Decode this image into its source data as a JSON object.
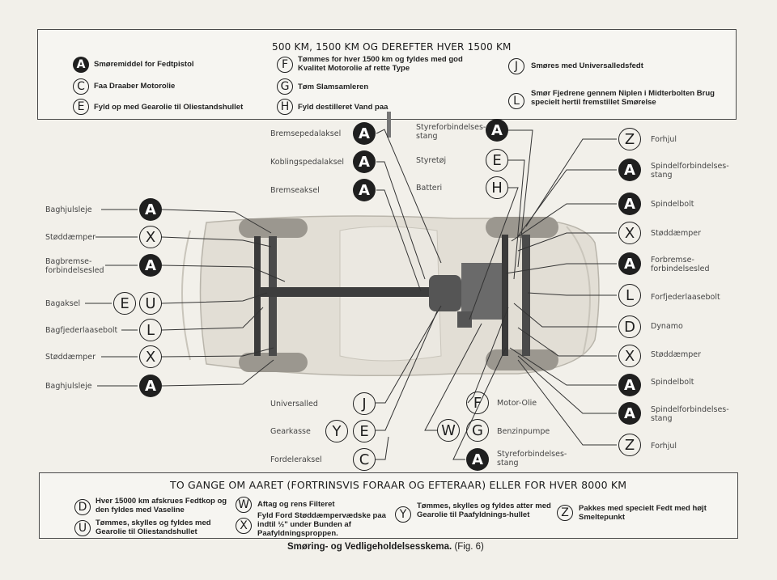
{
  "top_box": {
    "title": "500 KM, 1500 KM OG DEREFTER HVER 1500 KM",
    "items": [
      {
        "letter": "A",
        "filled": true,
        "text": "Smøremiddel for Fedtpistol"
      },
      {
        "letter": "C",
        "filled": false,
        "text": "Faa Draaber Motorolie"
      },
      {
        "letter": "E",
        "filled": false,
        "text": "Fyld op med Gearolie til Oliestandshullet"
      },
      {
        "letter": "F",
        "filled": false,
        "text": "Tømmes for hver 1500 km og fyldes med god Kvalitet Motorolie af rette Type"
      },
      {
        "letter": "G",
        "filled": false,
        "text": "Tøm Slamsamleren"
      },
      {
        "letter": "H",
        "filled": false,
        "text": "Fyld destilleret Vand paa"
      },
      {
        "letter": "J",
        "filled": false,
        "text": "Smøres med Universalledsfedt"
      },
      {
        "letter": "L",
        "filled": false,
        "text": "Smør Fjedrene gennem Niplen i Midterbolten Brug specielt hertil fremstillet Smørelse"
      }
    ]
  },
  "diagram": {
    "left_labels": [
      {
        "text": "Baghjulsleje",
        "marks": [
          {
            "l": "A",
            "f": true
          }
        ]
      },
      {
        "text": "Støddæmper",
        "marks": [
          {
            "l": "X",
            "f": false
          }
        ]
      },
      {
        "text": "Bagbremse-forbindelsesled",
        "marks": [
          {
            "l": "A",
            "f": true
          }
        ]
      },
      {
        "text": "Bagaksel",
        "marks": [
          {
            "l": "E",
            "f": false
          },
          {
            "l": "U",
            "f": false
          }
        ]
      },
      {
        "text": "Bagfjederlaasebolt",
        "marks": [
          {
            "l": "L",
            "f": false
          }
        ]
      },
      {
        "text": "Støddæmper",
        "marks": [
          {
            "l": "X",
            "f": false
          }
        ]
      },
      {
        "text": "Baghjulsleje",
        "marks": [
          {
            "l": "A",
            "f": true
          }
        ]
      }
    ],
    "center_top": [
      {
        "text": "Bremsepedalaksel",
        "l": "A",
        "f": true
      },
      {
        "text": "Koblingspedalaksel",
        "l": "A",
        "f": true
      },
      {
        "text": "Bremseaksel",
        "l": "A",
        "f": true
      }
    ],
    "center_top_right": [
      {
        "text": "Styreforbindelses-stang",
        "l": "A",
        "f": true
      },
      {
        "text": "Styretøj",
        "l": "E",
        "f": false
      },
      {
        "text": "Batteri",
        "l": "H",
        "f": false
      }
    ],
    "right_labels": [
      {
        "text": "Forhjul",
        "l": "Z",
        "f": false
      },
      {
        "text": "Spindelforbindelses-stang",
        "l": "A",
        "f": true
      },
      {
        "text": "Spindelbolt",
        "l": "A",
        "f": true
      },
      {
        "text": "Støddæmper",
        "l": "X",
        "f": false
      },
      {
        "text": "Forbremse-forbindelsesled",
        "l": "A",
        "f": true
      },
      {
        "text": "Forfjederlaasebolt",
        "l": "L",
        "f": false
      },
      {
        "text": "Dynamo",
        "l": "D",
        "f": false
      },
      {
        "text": "Støddæmper",
        "l": "X",
        "f": false
      },
      {
        "text": "Spindelbolt",
        "l": "A",
        "f": true
      },
      {
        "text": "Spindelforbindelses-stang",
        "l": "A",
        "f": true
      },
      {
        "text": "Forhjul",
        "l": "Z",
        "f": false
      }
    ],
    "bottom_center": [
      {
        "text": "Universalled",
        "marks": [
          {
            "l": "J",
            "f": false
          }
        ]
      },
      {
        "text": "Gearkasse",
        "marks": [
          {
            "l": "Y",
            "f": false
          },
          {
            "l": "E",
            "f": false
          }
        ]
      },
      {
        "text": "Fordeleraksel",
        "marks": [
          {
            "l": "C",
            "f": false
          }
        ]
      }
    ],
    "bottom_right": [
      {
        "text": "Motor-Olie",
        "marks": [
          {
            "l": "F",
            "f": false
          }
        ]
      },
      {
        "text": "Benzinpumpe",
        "marks": [
          {
            "l": "W",
            "f": false
          },
          {
            "l": "G",
            "f": false
          }
        ]
      },
      {
        "text": "Styreforbindelses-stang",
        "marks": [
          {
            "l": "A",
            "f": true
          }
        ]
      }
    ]
  },
  "bottom_box": {
    "title": "TO GANGE OM AARET (FORTRINSVIS FORAAR OG EFTERAAR) ELLER FOR HVER 8000 KM",
    "items": [
      {
        "letter": "D",
        "text": "Hver 15000 km afskrues Fedtkop og den fyldes med Vaseline"
      },
      {
        "letter": "U",
        "text": "Tømmes, skylles og fyldes med Gearolie til Oliestandshullet"
      },
      {
        "letter": "W",
        "text": "Aftag og rens Filteret"
      },
      {
        "letter": "X",
        "text": "Fyld Ford Støddæmpervædske paa indtil ½\" under Bunden af Paafyldningsproppen."
      },
      {
        "letter": "Y",
        "text": "Tømmes, skylles og fyldes atter med Gearolie til Paafyldnings-hullet"
      },
      {
        "letter": "Z",
        "text": "Pakkes med specielt Fedt med højt Smeltepunkt"
      }
    ]
  },
  "caption": {
    "main": "Smøring- og Vedligeholdelsesskema.",
    "fig": "(Fig. 6)"
  }
}
